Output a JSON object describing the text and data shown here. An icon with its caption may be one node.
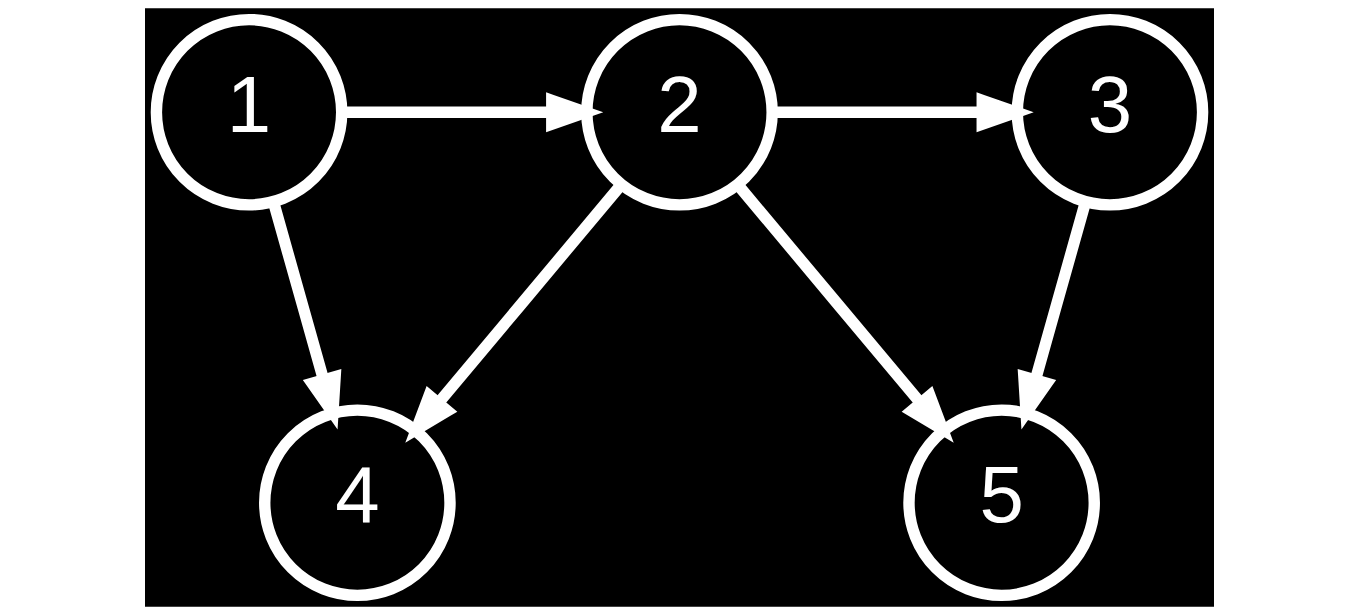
{
  "diagram": {
    "nodes": [
      {
        "text": [
          "1"
        ]
      },
      {
        "text": [
          "2"
        ]
      },
      {
        "text": [
          "3"
        ]
      },
      {
        "text": [
          "4"
        ]
      },
      {
        "text": [
          "5"
        ]
      }
    ],
    "edges": [
      {
        "from": 0,
        "to": 1,
        "arrow": "to"
      },
      {
        "from": 1,
        "to": 2,
        "arrow": "to"
      },
      {
        "from": 0,
        "to": 3,
        "arrow": "to"
      },
      {
        "from": 1,
        "to": 3,
        "arrow": "to"
      },
      {
        "from": 1,
        "to": 4,
        "arrow": "to"
      },
      {
        "from": 2,
        "to": 4,
        "arrow": "to"
      }
    ]
  }
}
